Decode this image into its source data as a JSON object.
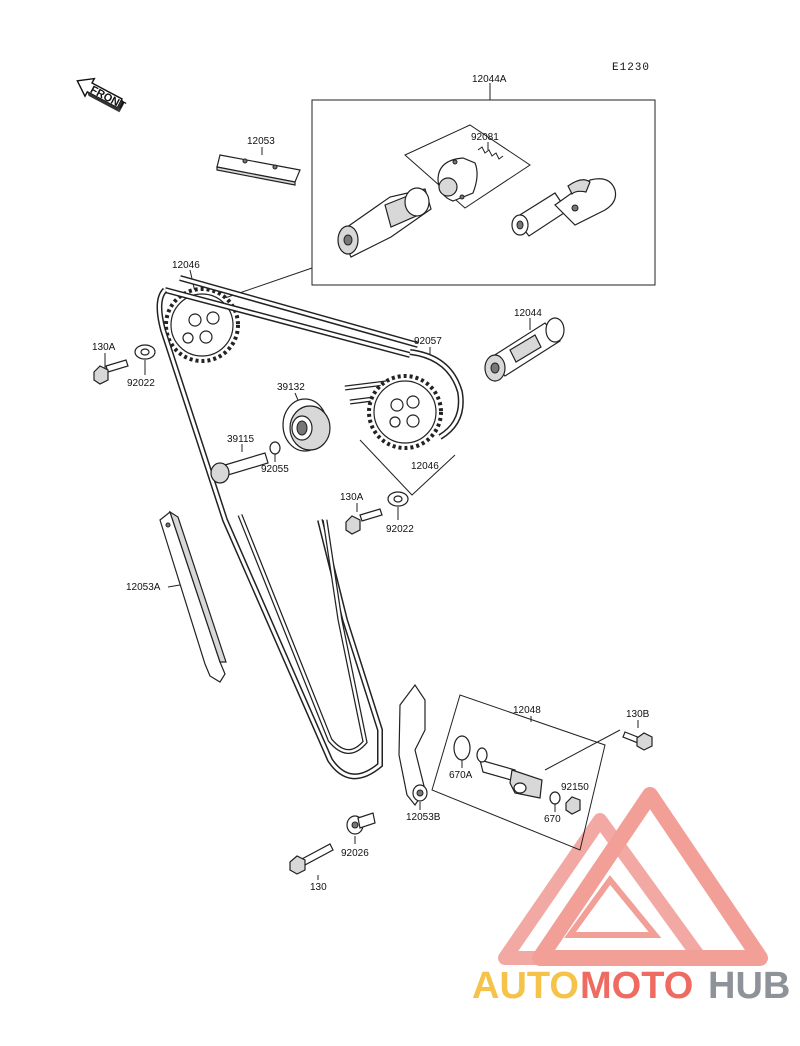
{
  "diagram_code": "E1230",
  "front_label": "FRONT",
  "labels": {
    "p12044A": "12044A",
    "p12053_top": "12053",
    "p92081": "92081",
    "p12046_left": "12046",
    "p130A_left": "130A",
    "p92022_left": "92022",
    "p12044": "12044",
    "p92057": "92057",
    "p39132": "39132",
    "p39115": "39115",
    "p92055": "92055",
    "p12046_right": "12046",
    "p130A_mid": "130A",
    "p92022_mid": "92022",
    "p12053A": "12053A",
    "p12048": "12048",
    "p130B": "130B",
    "p670A": "670A",
    "p92150": "92150",
    "p670": "670",
    "p12053B": "12053B",
    "p92026": "92026",
    "p130": "130"
  },
  "watermark": {
    "part1": "AUTO",
    "part2": "MOTO",
    "part3": "HUB",
    "colors": {
      "auto": "#f5c34a",
      "moto": "#ef6b61",
      "hub": "#8d9399",
      "logo": "#f08f87"
    }
  }
}
